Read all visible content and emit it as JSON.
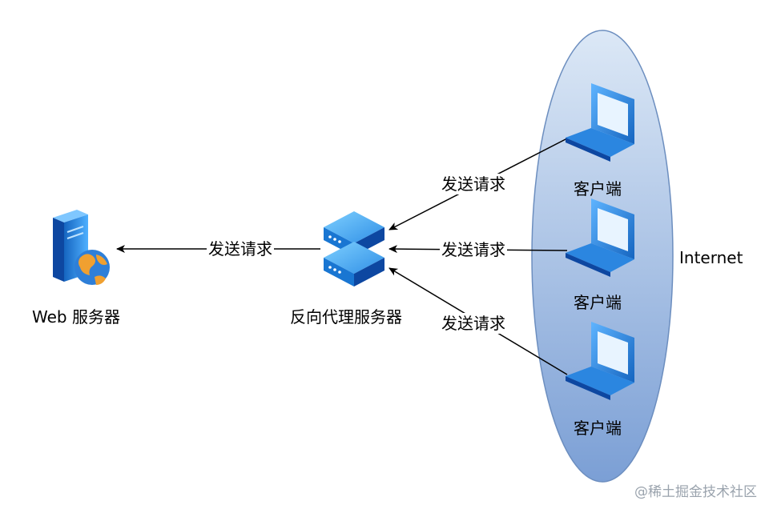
{
  "nodes": {
    "web_server": {
      "label": "Web 服务器"
    },
    "reverse_proxy": {
      "label": "反向代理服务器"
    },
    "client_1": {
      "label": "客户端"
    },
    "client_2": {
      "label": "客户端"
    },
    "client_3": {
      "label": "客户端"
    },
    "internet": {
      "label": "Internet"
    }
  },
  "edges": {
    "proxy_to_web": {
      "label": "发送请求"
    },
    "client1_to_proxy": {
      "label": "发送请求"
    },
    "client2_to_proxy": {
      "label": "发送请求"
    },
    "client3_to_proxy": {
      "label": "发送请求"
    }
  },
  "watermark": "@稀土掘金技术社区",
  "colors": {
    "ellipse_fill_top": "#d9e6f5",
    "ellipse_fill_bottom": "#7fa2d6",
    "ellipse_stroke": "#6c8ebf",
    "icon_blue": "#1e88e5",
    "icon_dark": "#0d47a1"
  }
}
